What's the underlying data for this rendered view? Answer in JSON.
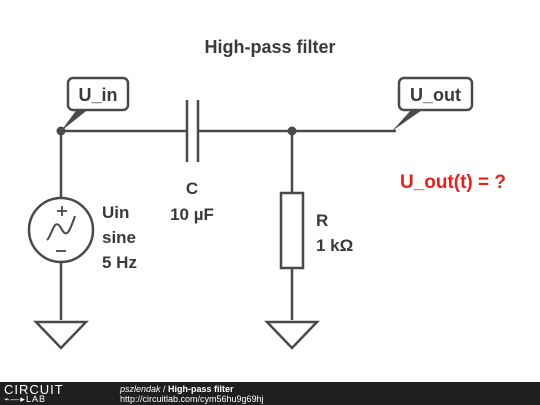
{
  "title": "High-pass filter",
  "labels": {
    "u_in": "U_in",
    "u_out": "U_out",
    "capacitor_name": "C",
    "capacitor_value": "10 µF",
    "resistor_name": "R",
    "resistor_value": "1 kΩ",
    "source_name": "Uin",
    "source_type": "sine",
    "source_freq": "5 Hz",
    "question": "U_out(t) = ?"
  },
  "colors": {
    "wire": "#4a4a4a",
    "text": "#3a3a3a",
    "question": "#e8211c",
    "footer_bg": "#1f1f1f"
  },
  "footer": {
    "logo_top": "CIRCUIT",
    "logo_bottom": "LAB",
    "author": "pszlendak",
    "separator": " / ",
    "circuit_title": "High-pass filter",
    "url": "http://circuitlab.com/cym56hu9g69hj"
  }
}
